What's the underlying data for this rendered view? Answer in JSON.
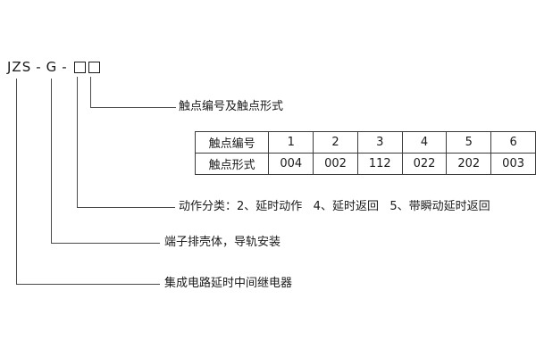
{
  "model": {
    "prefix": "JZS",
    "sep1": "-",
    "mid": "G",
    "sep2": "-"
  },
  "callouts": {
    "contact": "触点编号及触点形式",
    "action": "动作分类：2、延时动作   4、延时返回   5、带瞬动延时返回",
    "housing": "端子排壳体，导轨安装",
    "product": "集成电路延时中间继电器"
  },
  "table": {
    "rows": [
      {
        "header": "触点编号",
        "cells": [
          "1",
          "2",
          "3",
          "4",
          "5",
          "6"
        ]
      },
      {
        "header": "触点形式",
        "cells": [
          "004",
          "002",
          "112",
          "022",
          "202",
          "003"
        ]
      }
    ]
  }
}
